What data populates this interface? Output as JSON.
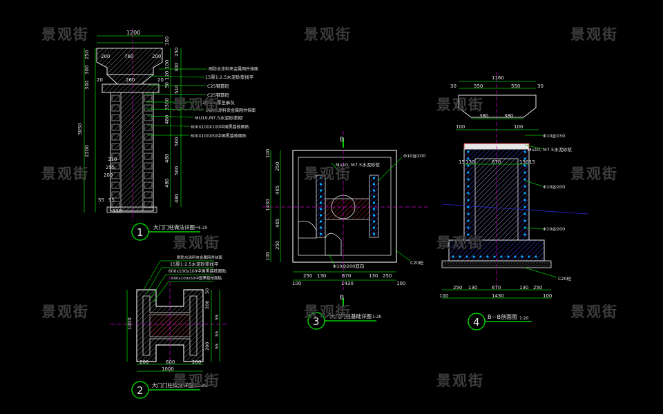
{
  "watermark": "景观街",
  "colors": {
    "background": "#000000",
    "dim_green": "#00cc00",
    "wall_white": "#e6e6e6",
    "hatch_blue": "#2a2ad8",
    "hatch_red": "#d03030",
    "center_magenta": "#d000d0",
    "rebar_cyan": "#00b0ff",
    "watermark_gray": "#3c3c3c"
  },
  "view1": {
    "number": "1",
    "title": "大门门柱做法详图一",
    "scale": "1:25",
    "top_dims": [
      "1200",
      "200",
      "760",
      "200",
      "260",
      "20",
      "20"
    ],
    "left_dims": [
      "250",
      "300",
      "300",
      "3050",
      "2200",
      "310",
      "255",
      "200",
      "55",
      "55",
      "110"
    ],
    "right_dims": [
      "100",
      "250",
      "100",
      "300",
      "120",
      "30",
      "510",
      "3300",
      "480",
      "500",
      "480",
      "500",
      "480",
      "480"
    ],
    "notes": [
      "刷防水涂料夹金属网并抹面",
      "15厚1:2.5水泥砂浆找平",
      "C25钢筋砼",
      "C25钢筋砼",
      "20mm厚芝麻灰",
      "刷防水涂料夹金属网并抹面",
      "MU10,M7.5水泥砂浆砌",
      "600X100X100中国黑荔枝面贴",
      "600X100X50中国黑荔枝面贴"
    ]
  },
  "view2": {
    "number": "2",
    "title": "大门门柱做法详图二",
    "scale": "1:25",
    "notes": [
      "刷防水涂料夹金属网并抹面",
      "15厚1:2.5水泥砂浆找平",
      "600x100x100中国黑荔枝面贴",
      "600x100x50中国黑荔枝面贴"
    ],
    "bottom_dims": [
      "200",
      "600",
      "200",
      "1000"
    ],
    "left_dim": "1000",
    "right_dims": [
      "50",
      "200",
      "55",
      "55",
      "200",
      "55"
    ]
  },
  "view3": {
    "number": "3",
    "title": "大门门柱基础详图",
    "scale": "1:20",
    "section_mark": "B",
    "notes": [
      "Mu10, M7.5水泥砂浆",
      "Φ10@200",
      "Φ10@200双向",
      "C20砼"
    ],
    "left_dims": [
      "100",
      "250",
      "465",
      "1430",
      "465",
      "250",
      "100"
    ],
    "bottom_dims": [
      "250",
      "130",
      "670",
      "130",
      "250",
      "100",
      "1430",
      "100"
    ]
  },
  "view4": {
    "number": "4",
    "title": "B－B剖面图",
    "scale": "1:20",
    "top_dims": [
      "1160",
      "30",
      "550",
      "550",
      "30",
      "380",
      "380",
      "100",
      "100"
    ],
    "mid_dims": [
      "15",
      "130",
      "670",
      "130",
      "15"
    ],
    "notes": [
      "Φ10@150",
      "Mu10, M7.5水泥砂浆",
      "Φ10@200",
      "Φ10@200",
      "C20砼"
    ],
    "bottom_dims": [
      "250",
      "130",
      "670",
      "130",
      "250",
      "100",
      "1430",
      "100"
    ]
  }
}
